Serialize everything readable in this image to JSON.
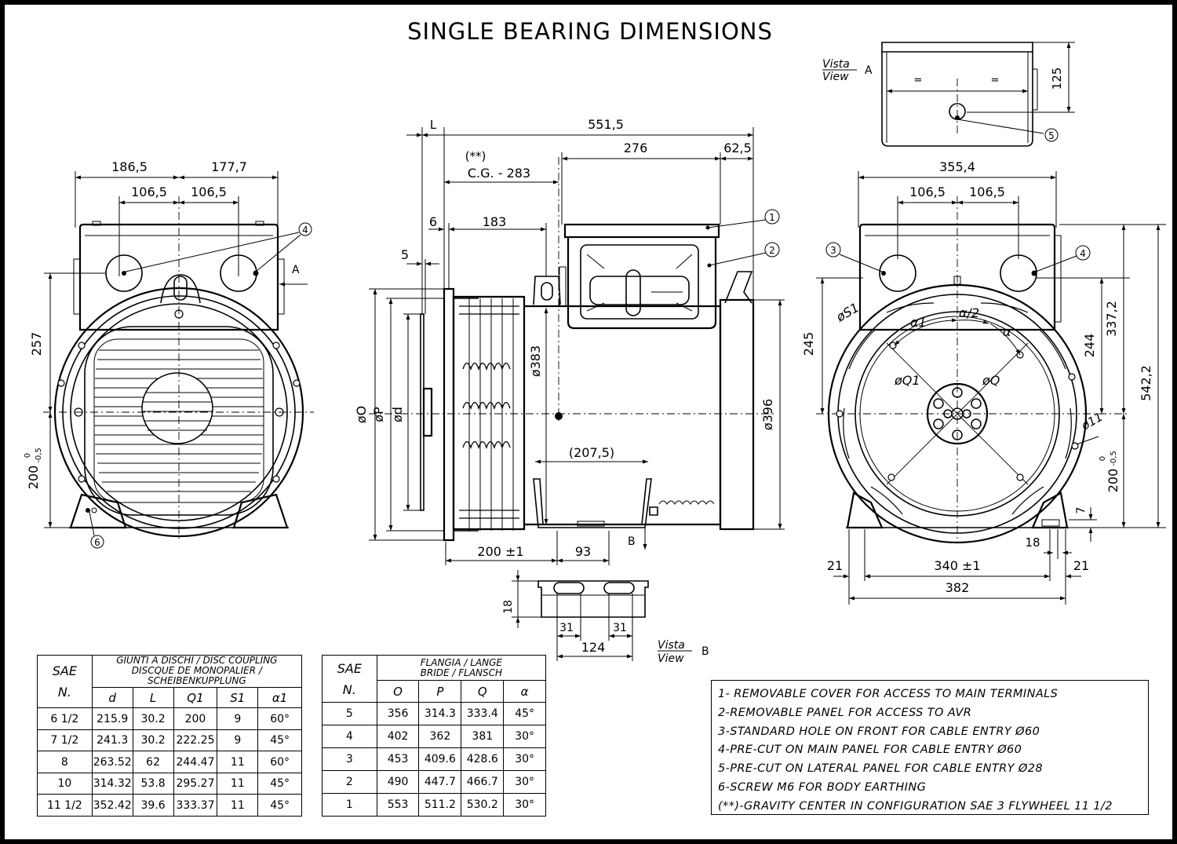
{
  "title": "SINGLE BEARING DIMENSIONS",
  "view_a": {
    "vista": "Vista",
    "view": "View",
    "letter": "A",
    "dim_125": "125",
    "eq": "=",
    "callout": "5"
  },
  "view_b": {
    "vista": "Vista",
    "view": "View",
    "letter": "B",
    "dim_18": "18",
    "dim_31a": "31",
    "dim_31b": "31",
    "dim_124": "124"
  },
  "left_view": {
    "dim_186_5": "186,5",
    "dim_177_7": "177,7",
    "dim_106_5a": "106,5",
    "dim_106_5b": "106,5",
    "dim_257": "257",
    "dim_200": "200",
    "tol_upper": "0",
    "tol_lower": "-0,5",
    "arrow_a": "A",
    "callout_4": "4",
    "callout_6": "6"
  },
  "side_view": {
    "L": "L",
    "dim_551_5": "551,5",
    "dim_276": "276",
    "dim_62_5": "62,5",
    "cg_mark": "(**)",
    "cg": "C.G. -  283",
    "dim_6": "6",
    "dim_183": "183",
    "dim_5": "5",
    "phi_383": "ø383",
    "phi_396": "ø396",
    "phi_O": "øO",
    "phi_P": "øP",
    "phi_d": "ød",
    "dim_207_5": "(207,5)",
    "dim_200_1": "200 ±1",
    "dim_93": "93",
    "arrow_b": "B",
    "callout_1": "1",
    "callout_2": "2"
  },
  "right_view": {
    "dim_355_4": "355,4",
    "dim_106_5a": "106,5",
    "dim_106_5b": "106,5",
    "dim_245": "245",
    "dim_244": "244",
    "dim_337_2": "337,2",
    "dim_542_2": "542,2",
    "dim_200": "200",
    "tol_upper": "0",
    "tol_lower": "-0,5",
    "phi_S1": "øS1",
    "alpha1": "α1",
    "alpha_half": "α/2",
    "alpha": "α",
    "phi_Q1": "øQ1",
    "phi_Q": "øQ",
    "phi_11": "ø11",
    "dim_7": "7",
    "dim_18": "18",
    "dim_21a": "21",
    "dim_21b": "21",
    "dim_340": "340 ±1",
    "dim_382": "382",
    "callout_3": "3",
    "callout_4": "4"
  },
  "disc_table": {
    "sae": "SAE",
    "n": "N.",
    "header1": "GIUNTI A DISCHI / DISC COUPLING",
    "header2": "DISCQUE DE MONOPALIER / SCHEIBENKUPPLUNG",
    "columns": [
      "d",
      "L",
      "Q1",
      "S1",
      "α1"
    ],
    "rows": [
      [
        "6 1/2",
        "215.9",
        "30.2",
        "200",
        "9",
        "60°"
      ],
      [
        "7 1/2",
        "241.3",
        "30.2",
        "222.25",
        "9",
        "45°"
      ],
      [
        "8",
        "263.52",
        "62",
        "244.47",
        "11",
        "60°"
      ],
      [
        "10",
        "314.32",
        "53.8",
        "295.27",
        "11",
        "45°"
      ],
      [
        "11 1/2",
        "352.42",
        "39.6",
        "333.37",
        "11",
        "45°"
      ]
    ]
  },
  "flange_table": {
    "sae": "SAE",
    "n": "N.",
    "header1": "FLANGIA / LANGE",
    "header2": "BRIDE / FLANSCH",
    "columns": [
      "O",
      "P",
      "Q",
      "α"
    ],
    "rows": [
      [
        "5",
        "356",
        "314.3",
        "333.4",
        "45°"
      ],
      [
        "4",
        "402",
        "362",
        "381",
        "30°"
      ],
      [
        "3",
        "453",
        "409.6",
        "428.6",
        "30°"
      ],
      [
        "2",
        "490",
        "447.7",
        "466.7",
        "30°"
      ],
      [
        "1",
        "553",
        "511.2",
        "530.2",
        "30°"
      ]
    ]
  },
  "notes": [
    "1- REMOVABLE COVER  FOR ACCESS TO MAIN TERMINALS",
    "2-REMOVABLE PANEL FOR ACCESS TO AVR",
    "3-STANDARD HOLE ON FRONT FOR CABLE ENTRY Ø60",
    "4-PRE-CUT ON MAIN PANEL FOR CABLE ENTRY Ø60",
    "5-PRE-CUT ON LATERAL PANEL FOR CABLE ENTRY Ø28",
    "6-SCREW M6 FOR BODY EARTHING",
    "(**)-GRAVITY CENTER IN CONFIGURATION SAE 3 FLYWHEEL 11 1/2"
  ]
}
